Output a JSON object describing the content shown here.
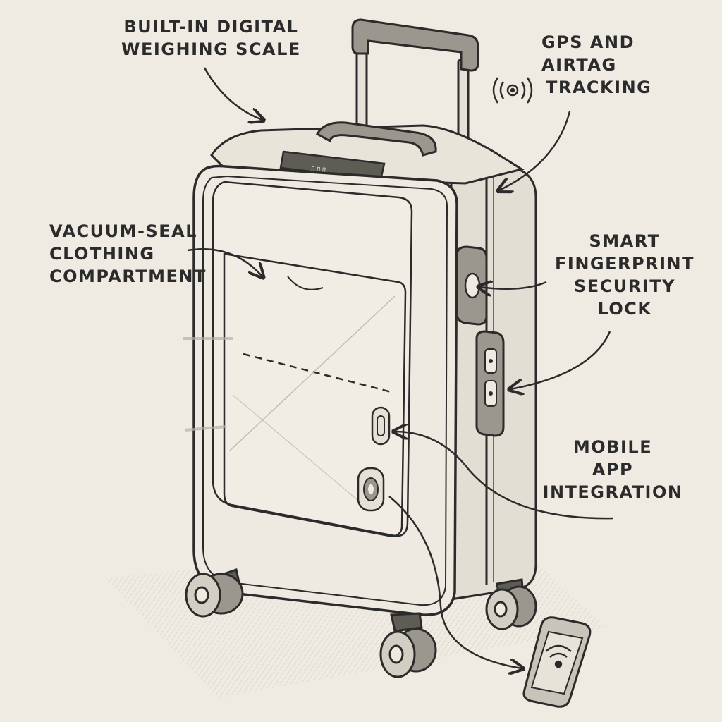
{
  "labels": {
    "scale": {
      "lines": [
        "Built-in digital",
        "weighing scale"
      ]
    },
    "gps": {
      "lines": [
        "GPS and",
        "AirTag",
        "tracking"
      ]
    },
    "vacuum": {
      "lines": [
        "Vacuum-seal",
        "clothing",
        "compartment"
      ]
    },
    "lock": {
      "lines": [
        "Smart",
        "fingerprint",
        "security",
        "lock"
      ]
    },
    "app": {
      "lines": [
        "Mobile",
        "app",
        "integration"
      ]
    }
  },
  "colors": {
    "paper": "#efebe2",
    "ink": "#2b2b2b",
    "shade": "#8a867e",
    "screen": "#d9d5cb"
  }
}
